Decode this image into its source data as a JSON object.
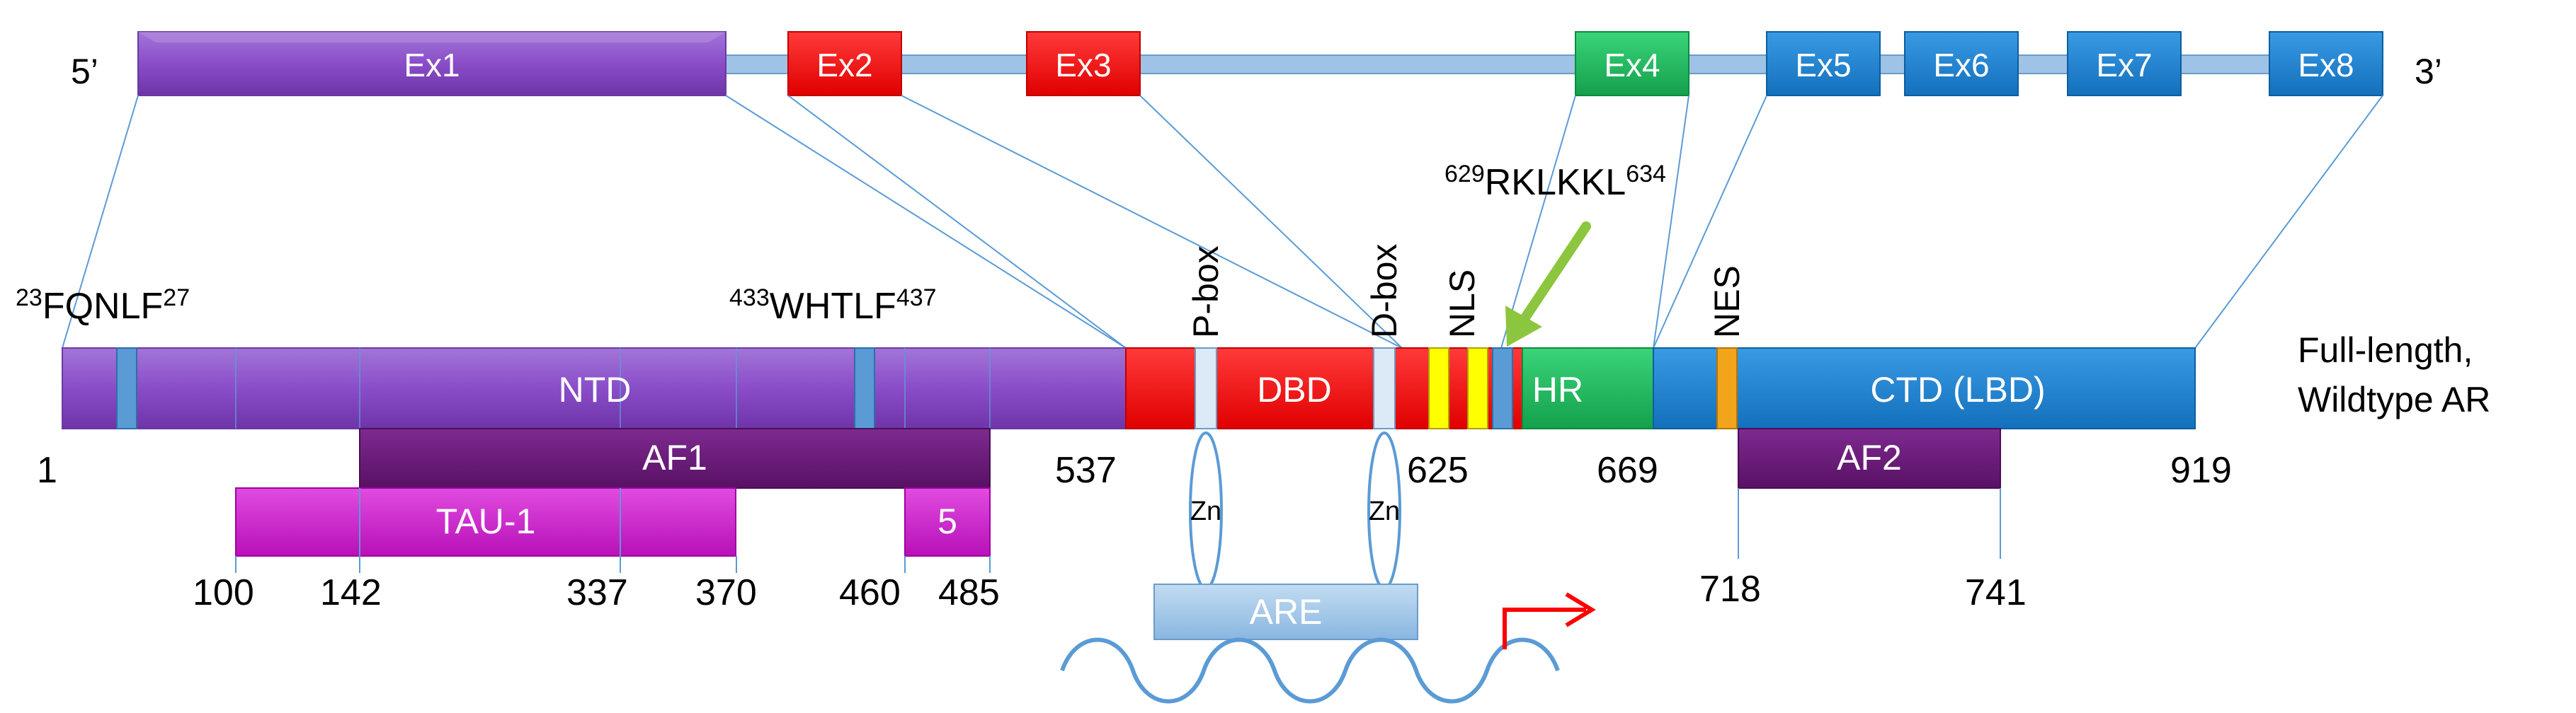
{
  "gene": {
    "five_prime": "5’",
    "three_prime": "3’",
    "exons": [
      "Ex1",
      "Ex2",
      "Ex3",
      "Ex4",
      "Ex5",
      "Ex6",
      "Ex7",
      "Ex8"
    ]
  },
  "protein": {
    "domains": {
      "ntd": "NTD",
      "dbd": "DBD",
      "hr": "HR",
      "ctd": "CTD (LBD)"
    },
    "subdomains": {
      "af1": "AF1",
      "tau1": "TAU-1",
      "tau5": "5",
      "af2": "AF2"
    },
    "motifs": {
      "fqnlf_start": "23",
      "fqnlf_seq": "FQNLF",
      "fqnlf_end": "27",
      "whtlf_start": "433",
      "whtlf_seq": "WHTLF",
      "whtlf_end": "437",
      "rklkkl_start": "629",
      "rklkkl_seq": "RKLKKL",
      "rklkkl_end": "634"
    },
    "labels": {
      "pbox": "P-box",
      "dbox": "D-box",
      "nls": "NLS",
      "nes": "NES",
      "zn": "Zn",
      "are": "ARE",
      "description_line1": "Full-length,",
      "description_line2": "Wildtype AR"
    },
    "positions": {
      "p1": "1",
      "p537": "537",
      "p625": "625",
      "p669": "669",
      "p919": "919",
      "p100": "100",
      "p142": "142",
      "p337": "337",
      "p370": "370",
      "p460": "460",
      "p485": "485",
      "p718": "718",
      "p741": "741"
    }
  },
  "colors": {
    "purple": "#8a4dc8",
    "dark_purple": "#6b1a7a",
    "magenta": "#d21fd2",
    "red": "#ff0d0d",
    "green": "#1fc060",
    "blue": "#1a84d6",
    "light_blue": "#9ec3e6",
    "yellow": "#ffff00",
    "orange": "#f2a41a",
    "arrow_green": "#8cc63f"
  }
}
